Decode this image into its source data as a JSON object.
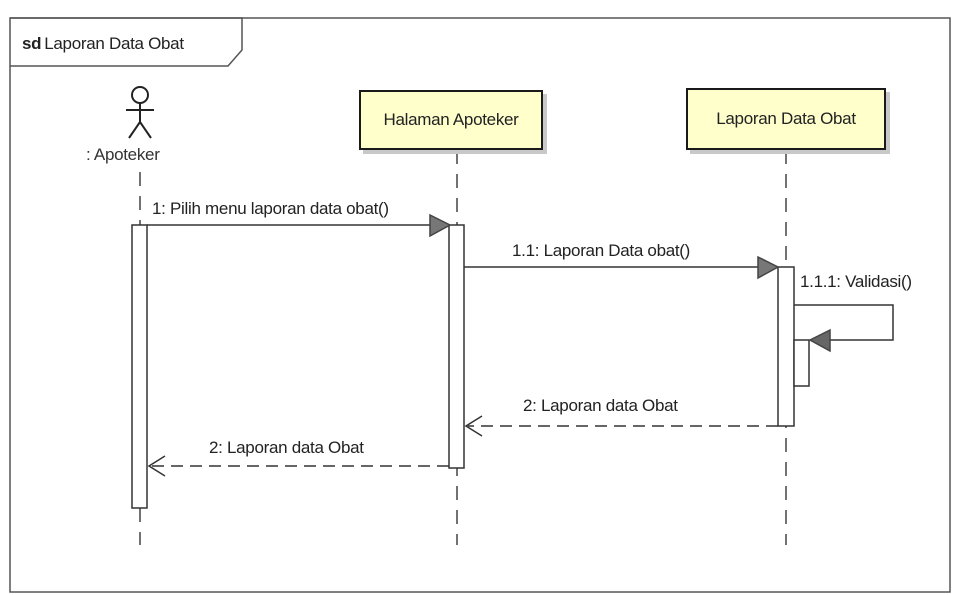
{
  "frame": {
    "keyword": "sd",
    "title": "Laporan Data Obat"
  },
  "actor": {
    "name": ": Apoteker"
  },
  "lifelines": [
    {
      "name": "Halaman Apoteker"
    },
    {
      "name": "Laporan Data Obat"
    }
  ],
  "messages": [
    {
      "label": "1: Pilih menu laporan data obat()",
      "kind": "synchronous"
    },
    {
      "label": "1.1: Laporan Data obat()",
      "kind": "synchronous"
    },
    {
      "label": "1.1.1: Validasi()",
      "kind": "self-call"
    },
    {
      "label": "2: Laporan data Obat",
      "kind": "return"
    },
    {
      "label": "2: Laporan data Obat",
      "kind": "return"
    }
  ],
  "colors": {
    "lifeline_fill": "#ffffcc",
    "line": "#1a1a1a",
    "arrowhead": "#777777"
  }
}
